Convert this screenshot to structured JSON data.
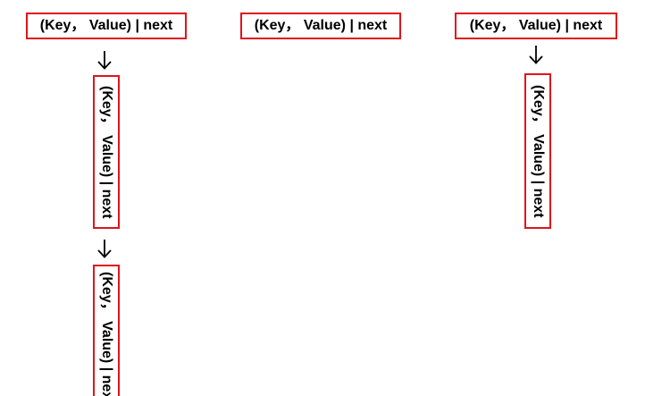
{
  "nodes": {
    "bucket_1": "(Key， Value) | next",
    "bucket_2": "(Key， Value) | next",
    "bucket_3": "(Key， Value) | next",
    "chain_1_node_1": "(Key， Value) | next",
    "chain_1_node_2": "(Key， Value) | next",
    "chain_3_node_1": "(Key， Value) | next"
  },
  "colors": {
    "box_border": "#e0141b",
    "text": "#000000",
    "arrow": "#000000",
    "background": "#ffffff"
  }
}
